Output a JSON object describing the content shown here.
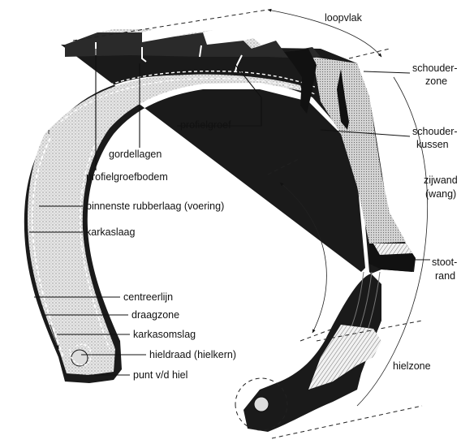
{
  "labels": {
    "loopvlak": "loopvlak",
    "schouderzone_1": "schouder-",
    "schouderzone_2": "zone",
    "schouderkussen_1": "schouder-",
    "schouderkussen_2": "kussen",
    "zijwand_1": "zijwand",
    "zijwand_2": "(wang)",
    "stootrand_1": "stoot-",
    "stootrand_2": "rand",
    "hielzone": "hielzone",
    "profielgroef": "profielgroef",
    "gordellagen": "gordellagen",
    "profielgroefbodem": "profielgroefbodem",
    "binnenste_rubberlaag": "binnenste rubberlaag (voering)",
    "karkaslaag": "karkaslaag",
    "centreerlijn": "centreerlijn",
    "draagzone": "draagzone",
    "karkasomslag": "karkasomslag",
    "hieldraad": "hieldraad (hielkern)",
    "punt_hiel": "punt v/d hiel"
  },
  "colors": {
    "ink": "#111111",
    "rubber_dark": "#1a1a1a",
    "rubber_stipple": "#cfcfcf",
    "background": "#ffffff"
  }
}
